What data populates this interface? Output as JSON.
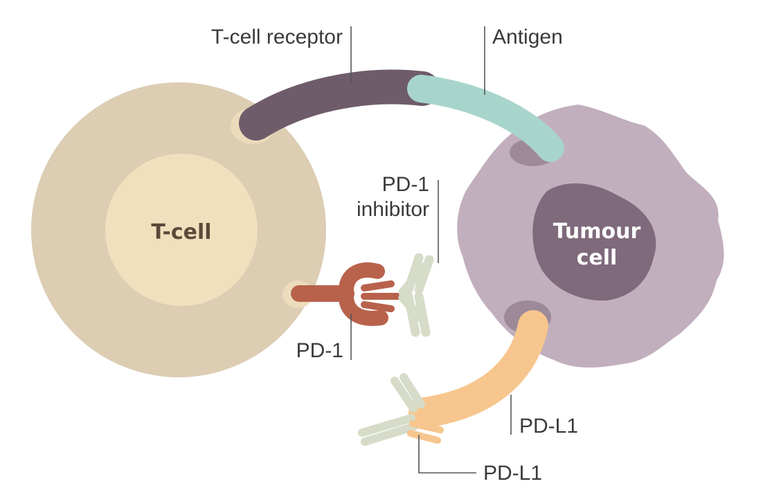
{
  "labels": {
    "t_cell_receptor": "T-cell receptor",
    "antigen": "Antigen",
    "t_cell": "T-cell",
    "pd1_inhibitor_line1": "PD-1",
    "pd1_inhibitor_line2": "inhibitor",
    "tumour_cell_line1": "Tumour",
    "tumour_cell_line2": "cell",
    "pd1": "PD-1",
    "pdl1": "PD-L1",
    "pdl1_antibody": "PD-L1"
  },
  "colors": {
    "t_cell_body": "#dccdb3",
    "t_cell_nucleus": "#f2dfbd",
    "t_cell_socket": "#ecdcbc",
    "t_cell_receptor": "#6e5c6a",
    "antigen": "#a8d5cb",
    "tumour_body": "#c1afbd",
    "tumour_nucleus": "#7f6a7c",
    "tumour_socket": "#9d8998",
    "pd1": "#b8624c",
    "inhibitor_antibody": "#d6dcc8",
    "pdl1": "#f7c68e"
  }
}
